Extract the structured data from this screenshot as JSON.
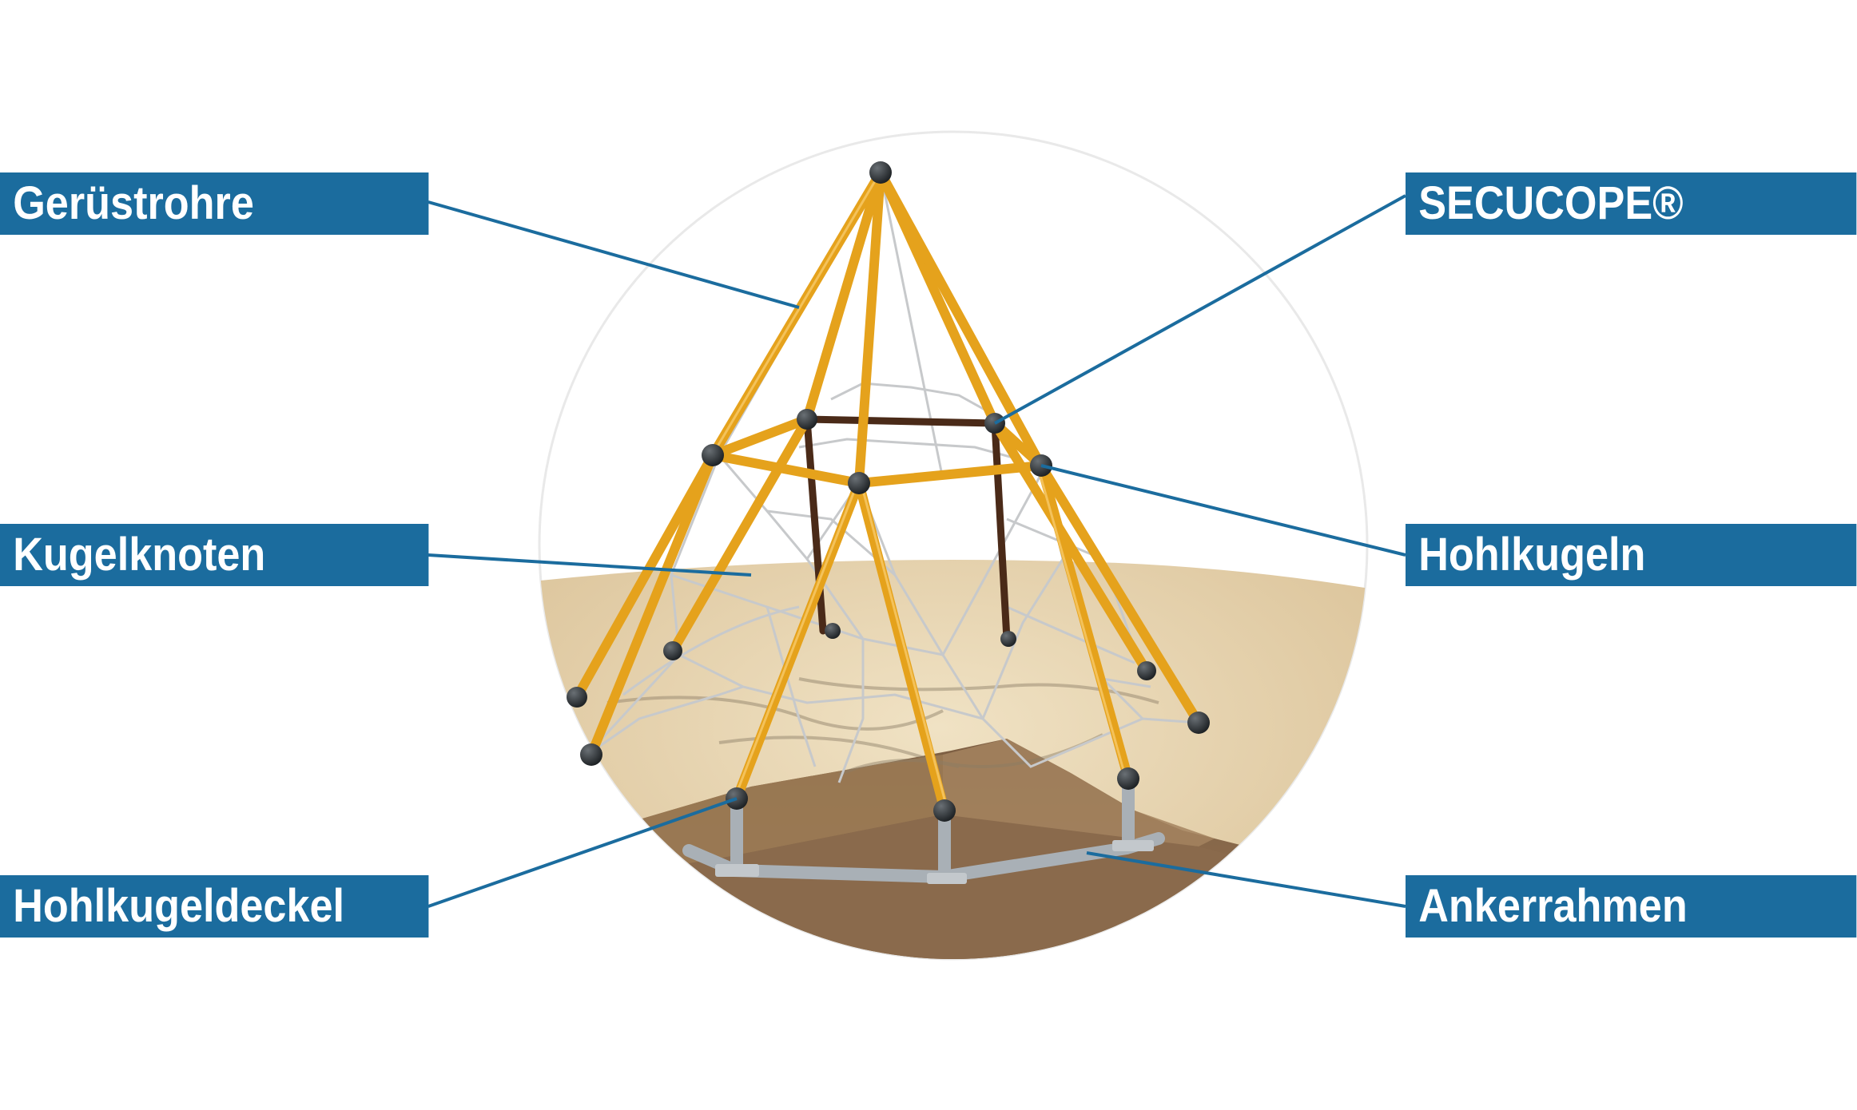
{
  "labels": {
    "geruestrohre": "Gerüstrohre",
    "secucope": "SECUCOPE®",
    "kugelknoten": "Kugelknoten",
    "hohlkugeln": "Hohlkugeln",
    "hohlkugeldeckel": "Hohlkugeldeckel",
    "ankerrahmen": "Ankerrahmen"
  },
  "colors": {
    "label_background": "#1b6c9e",
    "label_text": "#ffffff",
    "leader_line": "#1b6c9e",
    "frame_tube": "#e5a21c",
    "ball_node": "#2f3336",
    "rope_net": "#c7c9cb",
    "sand": "#e6d3ae",
    "soil": "#8c6b4c",
    "anchor_frame": "#a9b0b6"
  },
  "icons": {
    "ball-node": "dark sphere",
    "climbing-net": "rope web"
  }
}
